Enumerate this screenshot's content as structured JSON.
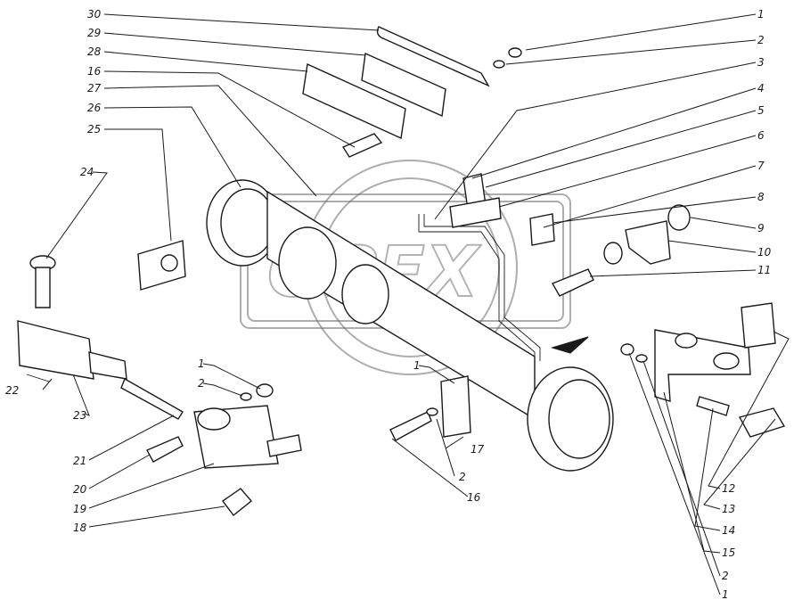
{
  "watermark": {
    "text": "OPEX"
  },
  "callouts_left": [
    {
      "id": "c30",
      "label": "30"
    },
    {
      "id": "c29",
      "label": "29"
    },
    {
      "id": "c28",
      "label": "28"
    },
    {
      "id": "c16a",
      "label": "16"
    },
    {
      "id": "c27",
      "label": "27"
    },
    {
      "id": "c26",
      "label": "26"
    },
    {
      "id": "c25",
      "label": "25"
    },
    {
      "id": "c24",
      "label": "24"
    },
    {
      "id": "c22",
      "label": "22"
    },
    {
      "id": "c23",
      "label": "23"
    },
    {
      "id": "c21",
      "label": "21"
    },
    {
      "id": "c20",
      "label": "20"
    },
    {
      "id": "c19",
      "label": "19"
    },
    {
      "id": "c18",
      "label": "18"
    }
  ],
  "callouts_right": [
    {
      "id": "c1a",
      "label": "1"
    },
    {
      "id": "c2a",
      "label": "2"
    },
    {
      "id": "c3",
      "label": "3"
    },
    {
      "id": "c4",
      "label": "4"
    },
    {
      "id": "c5",
      "label": "5"
    },
    {
      "id": "c6",
      "label": "6"
    },
    {
      "id": "c7",
      "label": "7"
    },
    {
      "id": "c8",
      "label": "8"
    },
    {
      "id": "c9",
      "label": "9"
    },
    {
      "id": "c10",
      "label": "10"
    },
    {
      "id": "c11",
      "label": "11"
    },
    {
      "id": "c12",
      "label": "12"
    },
    {
      "id": "c13",
      "label": "13"
    },
    {
      "id": "c14",
      "label": "14"
    },
    {
      "id": "c15",
      "label": "15"
    },
    {
      "id": "c2b",
      "label": "2"
    },
    {
      "id": "c1b",
      "label": "1"
    }
  ],
  "callouts_middle": [
    {
      "id": "c1c",
      "label": "1"
    },
    {
      "id": "c2c",
      "label": "2"
    },
    {
      "id": "c1d",
      "label": "1"
    },
    {
      "id": "c17",
      "label": "17"
    },
    {
      "id": "c2d",
      "label": "2"
    },
    {
      "id": "c16b",
      "label": "16"
    }
  ]
}
